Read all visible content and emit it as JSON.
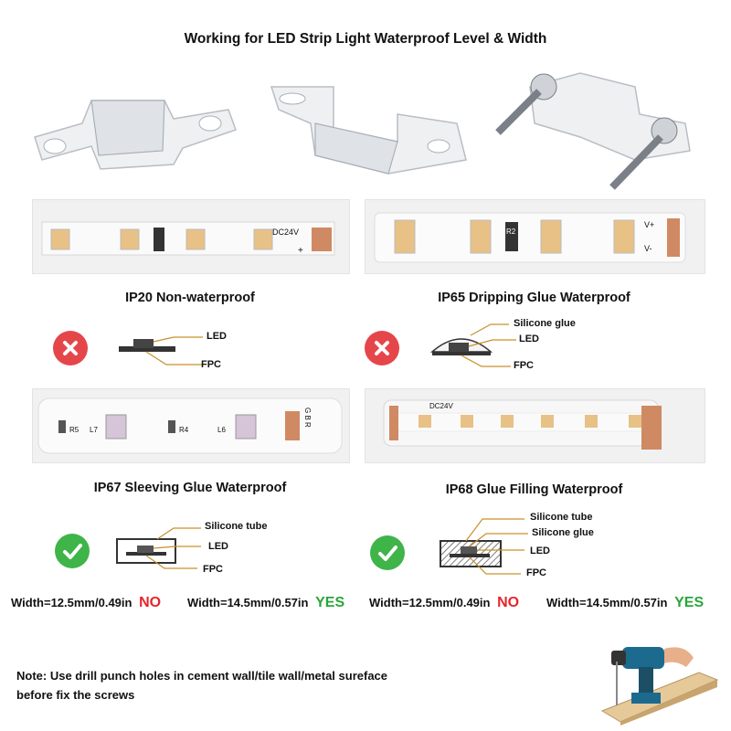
{
  "page": {
    "title": "Working for LED Strip Light Waterproof Level & Width"
  },
  "colors": {
    "no_red": "#e8232a",
    "yes_green": "#2aa63a",
    "leader_line": "#c9902a",
    "led_chip": "#e8c187",
    "fpc_copper": "#d08a63"
  },
  "sections": [
    {
      "title": "IP20 Non-waterproof",
      "status_icon": "cross-icon",
      "labels": [
        "LED",
        "FPC"
      ]
    },
    {
      "title": "IP65 Dripping Glue Waterproof",
      "status_icon": "cross-icon",
      "labels": [
        "Silicone glue",
        "LED",
        "FPC"
      ]
    },
    {
      "title": "IP67 Sleeving Glue Waterproof",
      "status_icon": "check-icon",
      "labels": [
        "Silicone tube",
        "LED",
        "FPC"
      ]
    },
    {
      "title": "IP68 Glue Filling Waterproof",
      "status_icon": "check-icon",
      "labels": [
        "Silicone tube",
        "Silicone glue",
        "LED",
        "FPC"
      ]
    }
  ],
  "strip_prints": {
    "ip20_voltage": "DC24V",
    "ip20_polarity": "+",
    "ip65_resistor": "R2",
    "ip65_polarity_plus": "V+",
    "ip65_polarity_minus": "V-",
    "ip67_ref_1": "R5",
    "ip67_ref_2": "L7",
    "ip67_ref_3": "R4",
    "ip67_ref_4": "L6",
    "ip67_pads": "G B R",
    "ip68_voltage": "DC24V"
  },
  "widths": [
    {
      "text": "Width=12.5mm/0.49in",
      "verdict": "NO",
      "verdict_color": "#e8232a"
    },
    {
      "text": "Width=14.5mm/0.57in",
      "verdict": "YES",
      "verdict_color": "#2aa63a"
    },
    {
      "text": "Width=12.5mm/0.49in",
      "verdict": "NO",
      "verdict_color": "#e8232a"
    },
    {
      "text": "Width=14.5mm/0.57in",
      "verdict": "YES",
      "verdict_color": "#2aa63a"
    }
  ],
  "note": {
    "line1": "Note: Use drill punch holes in cement wall/tile wall/metal sureface",
    "line2": "before fix the screws"
  }
}
